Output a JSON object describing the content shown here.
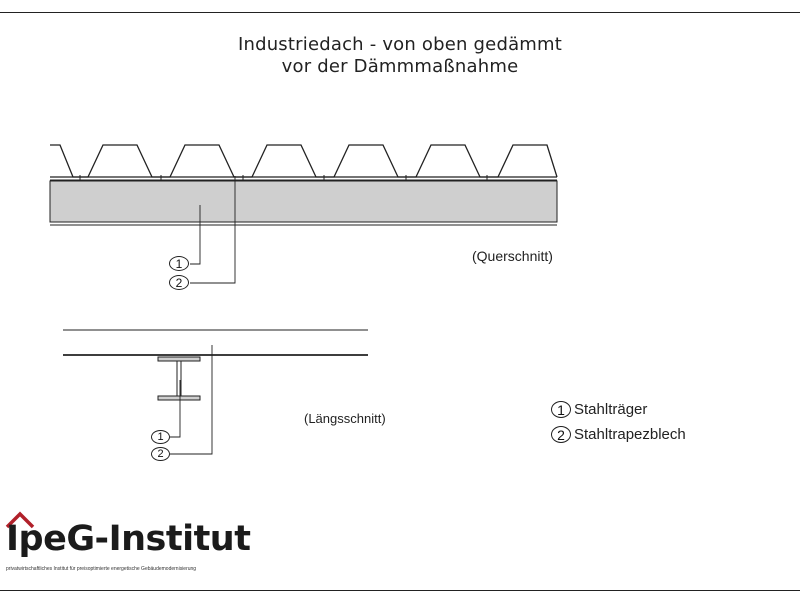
{
  "title": {
    "line1": "Industriedach - von oben gedämmt",
    "line2": "vor der Dämmmaßnahme"
  },
  "views": {
    "cross_section": "(Querschnitt)",
    "longitudinal_section": "(Längsschnitt)"
  },
  "callouts": {
    "n1": "1",
    "n2": "2"
  },
  "legend": [
    {
      "num": "1",
      "text": "Stahlträger"
    },
    {
      "num": "2",
      "text": "Stahltrapezblech"
    }
  ],
  "logo": {
    "name": "IpeG-Institut",
    "tagline": "privatwirtschaftliches Institut für preisoptimierte energetische Gebäudemodernisierung"
  },
  "colors": {
    "beam_fill": "#cfcfcf",
    "logo_roof": "#b1202a",
    "line": "#222222"
  }
}
